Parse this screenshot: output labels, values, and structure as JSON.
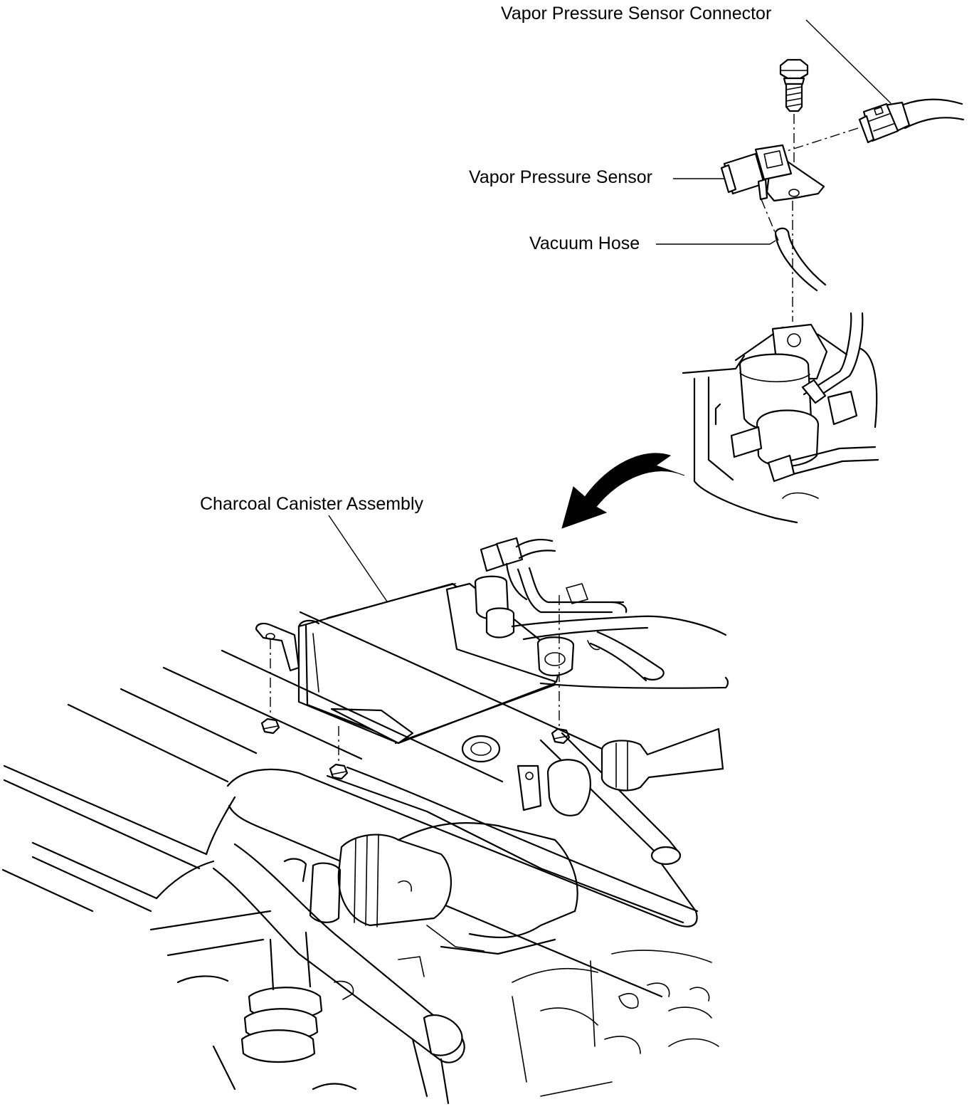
{
  "labels": {
    "vapor_pressure_sensor_connector": "Vapor Pressure Sensor Connector",
    "vapor_pressure_sensor": "Vapor Pressure Sensor",
    "vacuum_hose": "Vacuum Hose",
    "charcoal_canister_assembly": "Charcoal Canister Assembly"
  },
  "colors": {
    "ink": "#000000",
    "background": "#ffffff"
  }
}
